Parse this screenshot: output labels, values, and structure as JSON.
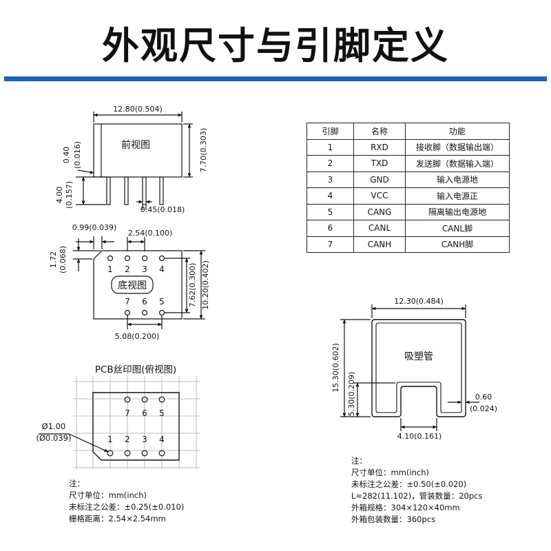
{
  "title": "外观尺寸与引脚定义",
  "front_view": {
    "label": "前视图",
    "width_dim": "12.80(0.504)",
    "height_dim": "7.70(0.303)",
    "standoff_dim": "0.40",
    "standoff_dim_in": "(0.016)",
    "pin_length_dim": "4.00",
    "pin_length_dim_in": "(0.157)",
    "pin_width_dim": "0.45(0.018)"
  },
  "bottom_view": {
    "label": "底视图",
    "edge_offset_dim": "0.99(0.039)",
    "pitch_dim": "2.54(0.100)",
    "corner_dim": "1.72",
    "corner_dim_in": "(0.068)",
    "row_spacing_dim": "7.62(0.300)",
    "body_width_dim": "10.20(0.402)",
    "span_dim": "5.08(0.200)",
    "top_pins": [
      "1",
      "2",
      "3",
      "4"
    ],
    "bottom_pins": [
      "7",
      "6",
      "5"
    ]
  },
  "pcb_view": {
    "label": "PCB丝印图(俯视图)",
    "hole_dim": "Ø1.00",
    "hole_dim_in": "(Ø0.039)",
    "top_pins": [
      "7",
      "6",
      "5"
    ],
    "bottom_pins": [
      "1",
      "2",
      "3",
      "4"
    ]
  },
  "pin_table": {
    "headers": [
      "引脚",
      "名称",
      "功能"
    ],
    "rows": [
      [
        "1",
        "RXD",
        "接收脚（数据输出端）"
      ],
      [
        "2",
        "TXD",
        "发送脚（数据输入端）"
      ],
      [
        "3",
        "GND",
        "输入电源地"
      ],
      [
        "4",
        "VCC",
        "输入电源正"
      ],
      [
        "5",
        "CANG",
        "隔离输出电源地"
      ],
      [
        "6",
        "CANL",
        "CANL脚"
      ],
      [
        "7",
        "CANH",
        "CANH脚"
      ]
    ]
  },
  "tube": {
    "label": "吸塑管",
    "width_dim": "12.30(0.484)",
    "height_dim": "15.30(0.602)",
    "slot_depth_dim": "5.30(0.209)",
    "slot_width_dim": "4.10(0.161)",
    "wall_dim": "0.60",
    "wall_dim_in": "(0.024)"
  },
  "notes_left": [
    "注：",
    "尺寸单位：mm(inch)",
    "未标注之公差：±0.25(±0.010)",
    "栅格距离：2.54×2.54mm"
  ],
  "notes_right": [
    "注：",
    "尺寸单位：mm(inch)",
    "未标注之公差：±0.50(±0.020)",
    "L=282(11.102)，管装数量：20pcs",
    "外箱规格：304×120×40mm",
    "外箱包装数量：360pcs"
  ]
}
